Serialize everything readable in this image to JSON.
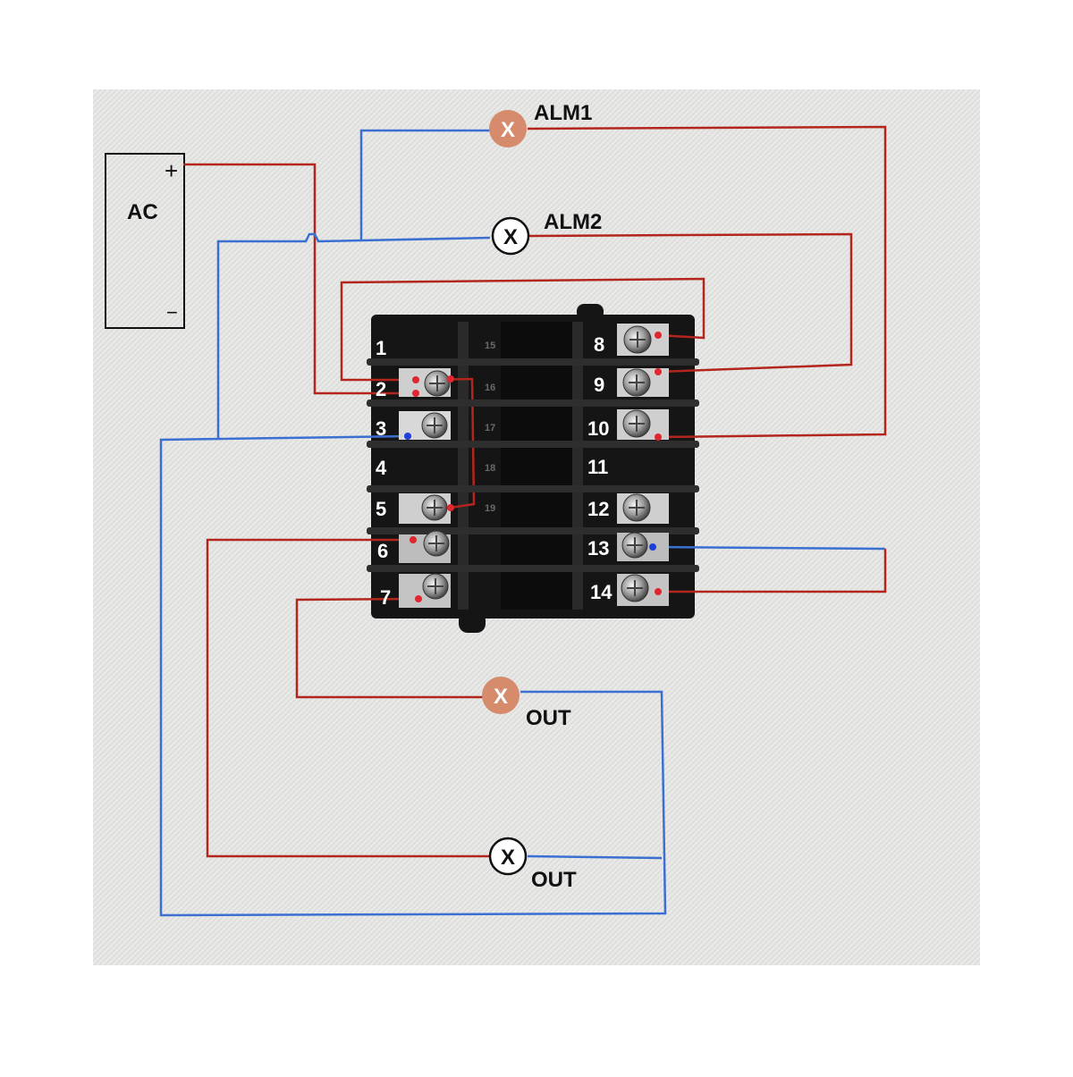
{
  "ac": {
    "label": "AC",
    "plus": "+",
    "minus": "−"
  },
  "devices": {
    "alm1": {
      "label": "ALM1",
      "symbol": "X",
      "fill": "#d58b6c"
    },
    "alm2": {
      "label": "ALM2",
      "symbol": "X",
      "fill": "#ffffff"
    },
    "out_upper": {
      "label": "OUT",
      "symbol": "X",
      "fill": "#d58b6c"
    },
    "out_lower": {
      "label": "OUT",
      "symbol": "X",
      "fill": "#ffffff"
    }
  },
  "terminals": {
    "left": [
      "1",
      "2",
      "3",
      "4",
      "5",
      "6",
      "7"
    ],
    "right": [
      "8",
      "9",
      "10",
      "11",
      "12",
      "13",
      "14"
    ],
    "middle": [
      "15",
      "16",
      "17",
      "18",
      "19"
    ]
  },
  "colors": {
    "live_wire": "#b3261e",
    "neutral_wire": "#3b6fd1",
    "live_dot": "#e0262e",
    "neutral_dot": "#1d3fd8",
    "paper": "#e7e7e5",
    "block": "#151515",
    "screw_plate": "#cfcfcf"
  }
}
